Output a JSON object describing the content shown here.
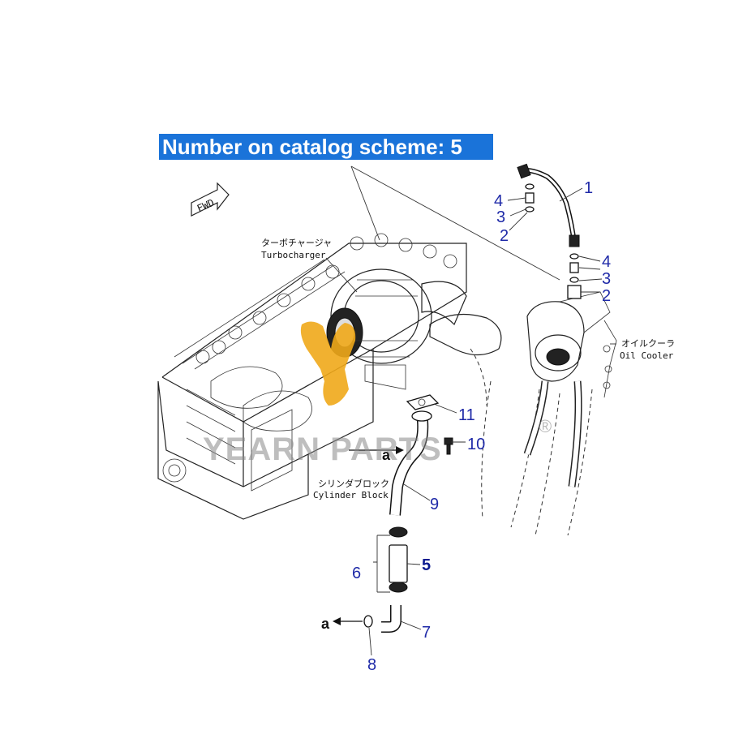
{
  "banner": {
    "text": "Number on catalog scheme: 5"
  },
  "labels": {
    "turbo_jp": "ターボチャージャ",
    "turbo_en": "Turbocharger",
    "oil_jp": "オイルクーラ",
    "oil_en": "Oil Cooler",
    "block_jp": "シリンダブロック",
    "block_en": "Cylinder Block",
    "fwd": "FWD",
    "ref_a1": "a",
    "ref_a2": "a"
  },
  "callouts": [
    "1",
    "4",
    "3",
    "2",
    "4",
    "3",
    "2",
    "11",
    "10",
    "9",
    "5",
    "6",
    "7",
    "8"
  ],
  "watermark": {
    "brand": "YEARN PARTS",
    "reg": "®"
  },
  "colors": {
    "banner_bg": "#1a73d9",
    "callout": "#1f2aa8",
    "highlight": "#0b1a8f"
  }
}
